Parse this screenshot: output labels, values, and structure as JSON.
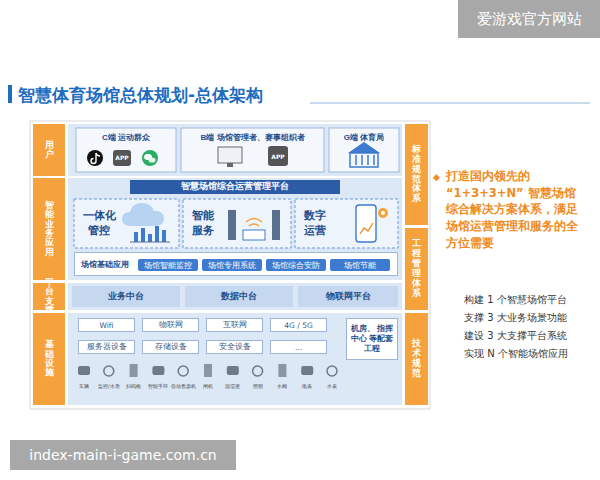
{
  "diagram": {
    "title": "智慧体育场馆总体规划-总体架构",
    "nodes": [
      {
        "text": [
          "爱游戏官方网站"
        ]
      },
      {
        "text": [
          "用户"
        ]
      },
      {
        "text": [
          "C端 运动群众",
          "APP"
        ]
      },
      {
        "text": [
          "B端 场馆管理者、赛事组织者",
          "APP"
        ]
      },
      {
        "text": [
          "G端 体育局"
        ]
      },
      {
        "text": [
          "智能业务应用"
        ]
      },
      {
        "text": [
          "智慧场馆综合运营管理平台"
        ]
      },
      {
        "text": [
          "一体化管控"
        ],
        "in": 6
      },
      {
        "text": [
          "智能服务"
        ],
        "in": 6
      },
      {
        "text": [
          "数字运营"
        ],
        "in": 6
      },
      {
        "text": [
          "场馆基础应用"
        ],
        "in": 6
      },
      {
        "text": [
          "场馆智能监控"
        ],
        "in": 10
      },
      {
        "text": [
          "场馆专用系统"
        ],
        "in": 10
      },
      {
        "text": [
          "场馆综合安防"
        ],
        "in": 10
      },
      {
        "text": [
          "场馆节能"
        ],
        "in": 10
      },
      {
        "text": [
          "平台支撑"
        ]
      },
      {
        "text": [
          "业务中台"
        ]
      },
      {
        "text": [
          "数据中台"
        ]
      },
      {
        "text": [
          "物联网平台"
        ]
      },
      {
        "text": [
          "基础设施"
        ]
      },
      {
        "text": [
          "Wifi"
        ]
      },
      {
        "text": [
          "物联网"
        ]
      },
      {
        "text": [
          "互联网"
        ]
      },
      {
        "text": [
          "4G / 5G"
        ]
      },
      {
        "text": [
          "服务器设备"
        ]
      },
      {
        "text": [
          "存储设备"
        ]
      },
      {
        "text": [
          "安全设备"
        ]
      },
      {
        "text": [
          "..."
        ]
      },
      {
        "text": [
          "机房、 指挥中心 等配套工程"
        ]
      },
      {
        "text": [
          "标准规范体系"
        ]
      },
      {
        "text": [
          "工程管理体系"
        ]
      },
      {
        "text": [
          "技术规范"
        ]
      },
      {
        "text": [
          "index-main-i-game.com.cn"
        ]
      }
    ],
    "labels": [
      "◆",
      "打造国内领先的 “1+3+3+N” 智慧场馆综合解决方案体系，满足场馆运营管理和服务的全方位需要",
      "构建 1 个智慧场馆平台",
      "支撑 3 大业务场景功能",
      "建设 3 大支撑平台系统",
      "实现 N 个智能场馆应用",
      "车辆",
      "监控/水质",
      "扫码枪",
      "智能手环",
      "自动售票机",
      "闸机",
      "温湿度",
      "照明",
      "水阀",
      "电表",
      "水表"
    ]
  }
}
